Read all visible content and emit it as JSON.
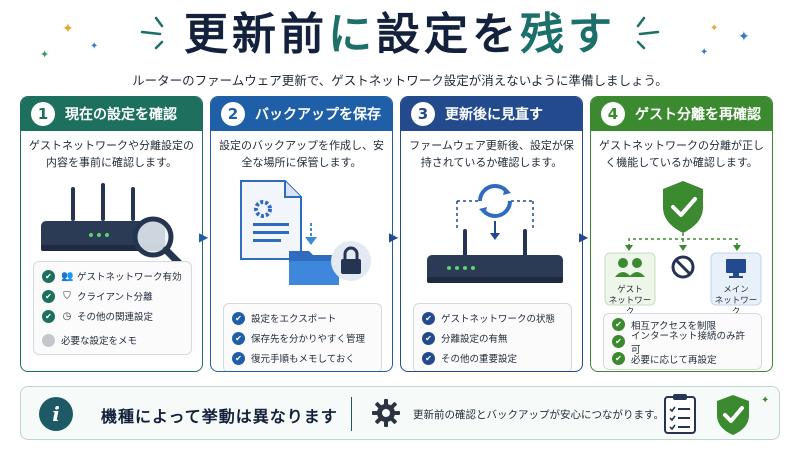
{
  "title": {
    "part1": "更新前",
    "part2": "に",
    "part3": "設定",
    "part4": "を",
    "part5": "残す"
  },
  "subtitle": "ルーターのファームウェア更新で、ゲストネットワーク設定が消えないように準備しましょう。",
  "colors": {
    "step1": "#1d6f5e",
    "step2": "#1f5fa8",
    "step3": "#234a8c",
    "step4": "#3b8a2f",
    "dark": "#14213d",
    "teal": "#1d6f6a"
  },
  "steps": [
    {
      "number": "1",
      "title": "現在の設定を確認",
      "description": "ゲストネットワークや分離設定の内容を事前に確認します。",
      "checks": [
        {
          "icon": "users-icon",
          "label": "ゲストネットワーク有効"
        },
        {
          "icon": "shield-icon",
          "label": "クライアント分離"
        },
        {
          "icon": "clock-icon",
          "label": "その他の関連設定"
        },
        {
          "icon": "none",
          "label": "必要な設定をメモ"
        }
      ]
    },
    {
      "number": "2",
      "title": "バックアップを保存",
      "description": "設定のバックアップを作成し、安全な場所に保管します。",
      "checks": [
        {
          "label": "設定をエクスポート"
        },
        {
          "label": "保存先を分かりやすく管理"
        },
        {
          "label": "復元手順もメモしておく"
        }
      ]
    },
    {
      "number": "3",
      "title": "更新後に見直す",
      "description": "ファームウェア更新後、設定が保持されているか確認します。",
      "checks": [
        {
          "label": "ゲストネットワークの状態"
        },
        {
          "label": "分離設定の有無"
        },
        {
          "label": "その他の重要設定"
        }
      ]
    },
    {
      "number": "4",
      "title": "ゲスト分離を再確認",
      "description": "ゲストネットワークの分離が正しく機能しているか確認します。",
      "guest_label": "ゲスト\nネットワーク",
      "main_label": "メイン\nネットワーク",
      "checks": [
        {
          "label": "相互アクセスを制限"
        },
        {
          "label": "インターネット接続のみ許可"
        },
        {
          "label": "必要に応じて再設定"
        }
      ]
    }
  ],
  "bottom": {
    "main": "機種によって挙動は異なります",
    "sub": "更新前の確認とバックアップが安心につながります。"
  }
}
